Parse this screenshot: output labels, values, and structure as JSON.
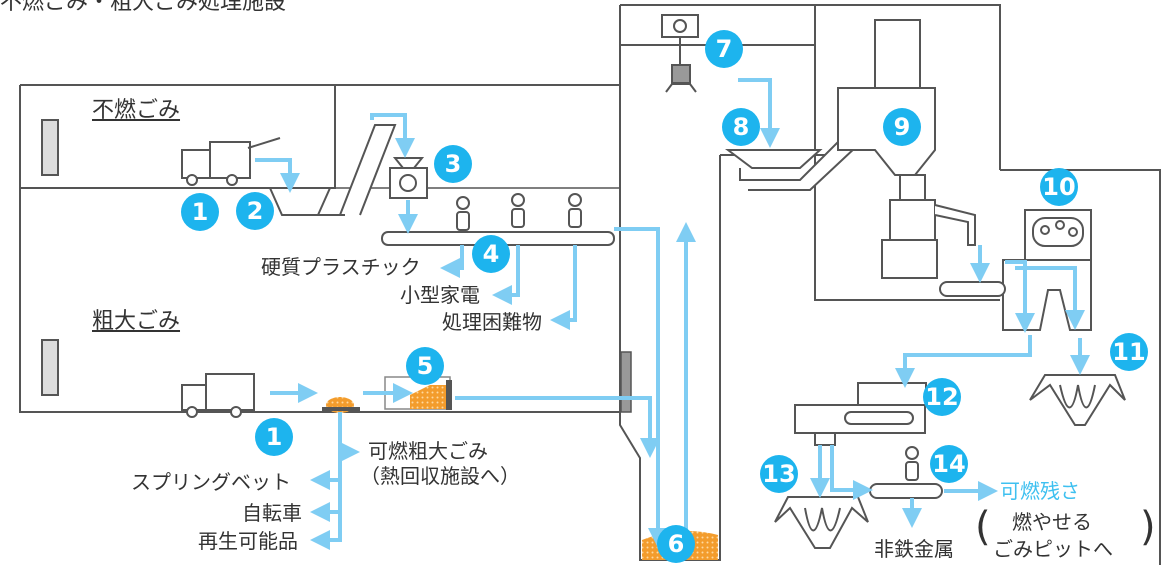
{
  "title": "不燃ごみ・粗大ごみ処理施設",
  "sections": {
    "incombustible": "不燃ごみ",
    "bulky": "粗大ごみ"
  },
  "steps": [
    "1",
    "2",
    "3",
    "4",
    "5",
    "6",
    "7",
    "8",
    "9",
    "10",
    "11",
    "12",
    "13",
    "14",
    "1"
  ],
  "sorted_items": {
    "hard_plastic": "硬質プラスチック",
    "small_appliances": "小型家電",
    "difficult_items": "処理困難物",
    "combustible_bulky": "可燃粗大ごみ",
    "combustible_bulky_note": "（熱回収施設へ）",
    "spring_bed": "スプリングベット",
    "bicycle": "自転車",
    "recyclables": "再生可能品"
  },
  "outputs": {
    "combustible_residue": "可燃残さ",
    "burnable_line1": "燃やせる",
    "burnable_line2": "ごみピットへ",
    "nonferrous": "非鉄金属"
  },
  "colors": {
    "arrow": "#7fcdf3",
    "badge": "#1db4ee",
    "waste": "#f39c2c",
    "line": "#555555"
  }
}
